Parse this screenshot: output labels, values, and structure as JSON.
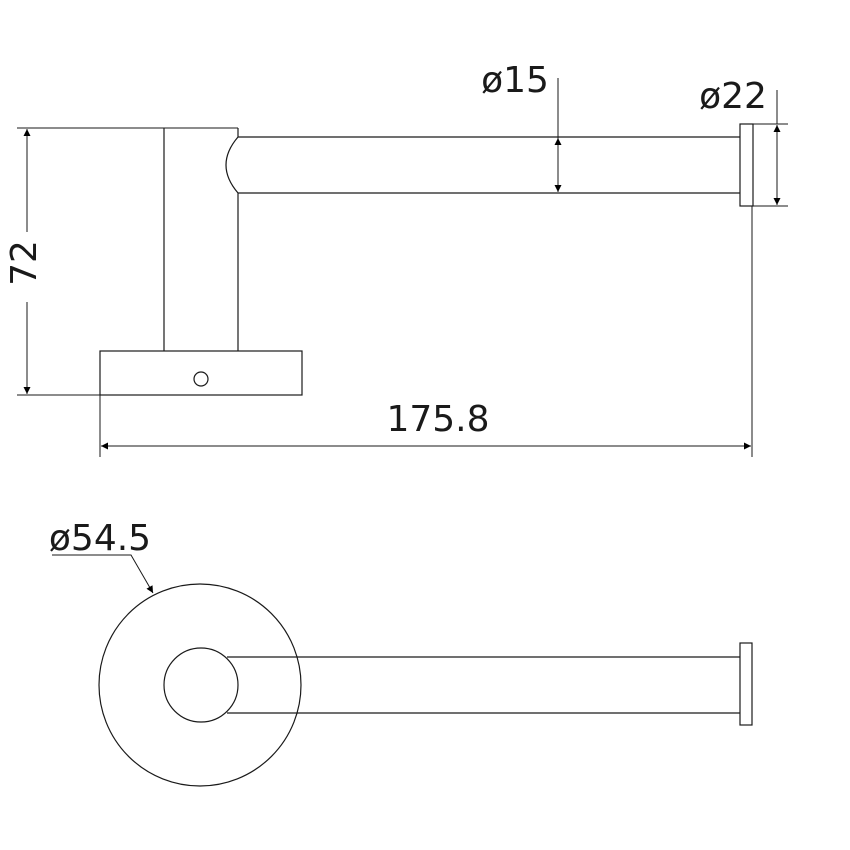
{
  "drawing": {
    "line_color": "#1a1a1a",
    "side_view": {
      "height_dim": "72",
      "length_dim": "175.8",
      "bar_diameter_dim": "ø15",
      "cap_diameter_dim": "ø22"
    },
    "front_view": {
      "base_diameter_dim": "ø54.5"
    }
  }
}
